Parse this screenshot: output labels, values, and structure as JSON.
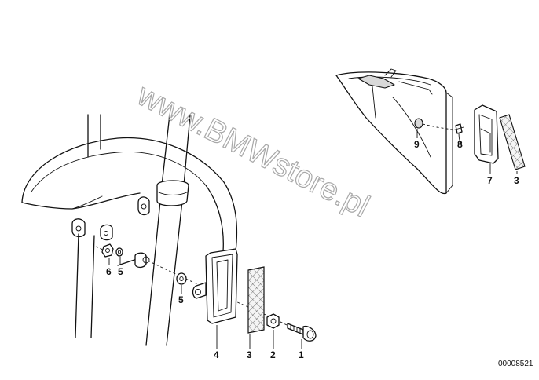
{
  "watermark": "www.BMWstore.pl",
  "diagram_code": "00008521",
  "callouts": {
    "c1": "1",
    "c2": "2",
    "c3": "3",
    "c4": "4",
    "c5a": "5",
    "c6": "6",
    "c5b": "5",
    "c9": "9",
    "c8": "8",
    "c7": "7",
    "c3b": "3"
  },
  "colors": {
    "line": "#111111",
    "watermark": "#a8a8a8",
    "background": "#ffffff"
  }
}
